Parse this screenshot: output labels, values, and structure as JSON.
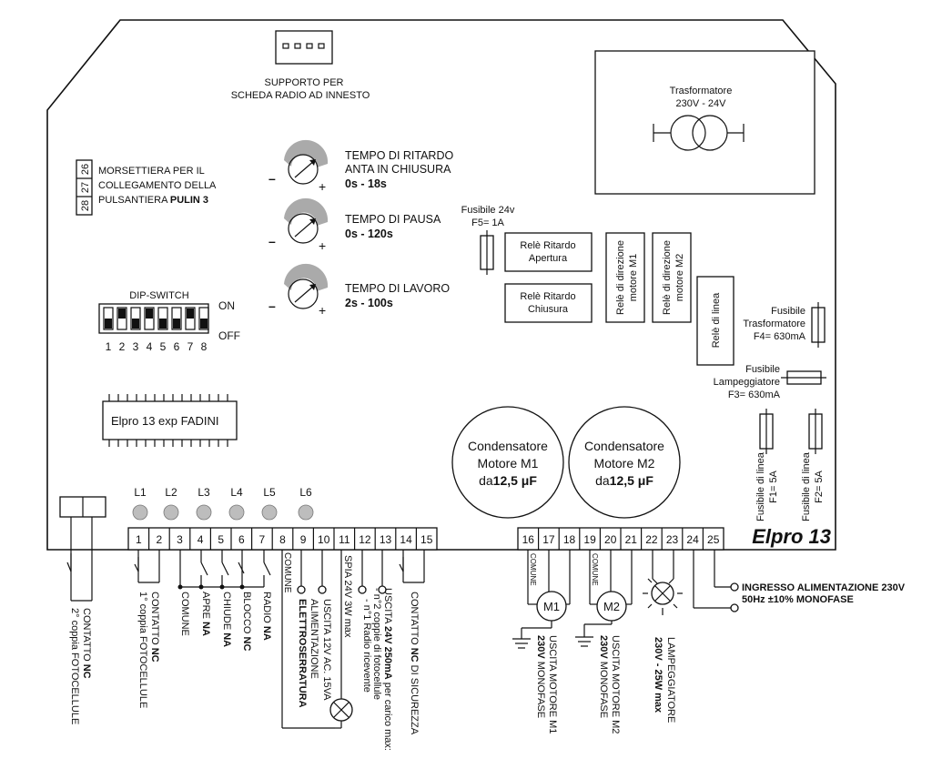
{
  "board": {
    "model": "Elpro 13",
    "radio_support": [
      "SUPPORTO PER",
      "SCHEDA RADIO AD INNESTO"
    ],
    "transformer": {
      "title": "Trasformatore",
      "rating": "230V - 24V"
    },
    "morsettiera": {
      "numbers": [
        "26",
        "27",
        "28"
      ],
      "lines": [
        "MORSETTIERA PER IL",
        "COLLEGAMENTO DELLA",
        "PULSANTIERA "
      ],
      "bold": "PULIN 3"
    },
    "trimmers": [
      {
        "lines": [
          "TEMPO DI RITARDO",
          "ANTA IN CHIUSURA"
        ],
        "range": "0s - 18s"
      },
      {
        "lines": [
          "TEMPO DI PAUSA"
        ],
        "range": "0s - 120s"
      },
      {
        "lines": [
          "TEMPO DI LAVORO"
        ],
        "range": "2s - 100s"
      }
    ],
    "dip_switch": {
      "title": "DIP-SWITCH",
      "on": "ON",
      "off": "OFF",
      "numbers": [
        "1",
        "2",
        "3",
        "4",
        "5",
        "6",
        "7",
        "8"
      ]
    },
    "chip_label": "Elpro 13 exp FADINI",
    "fuse_24v": [
      "Fusibile 24v",
      "F5= 1A"
    ],
    "relays": {
      "ritardo_apertura": [
        "Relè Ritardo",
        "Apertura"
      ],
      "ritardo_chiusura": [
        "Relè Ritardo",
        "Chiusura"
      ],
      "direzione_m1": [
        "Relè di direzione",
        "motore M1"
      ],
      "direzione_m2": [
        "Relè di direzione",
        "motore M2"
      ],
      "linea": "Relè di linea"
    },
    "fuse_trasformatore": [
      "Fusibile",
      "Trasformatore",
      "F4= 630mA"
    ],
    "fuse_lampeggiatore": [
      "Fusibile",
      "Lampeggiatore",
      "F3= 630mA"
    ],
    "fuse_linea_f1": [
      "Fusibile di linea",
      "F1= 5A"
    ],
    "fuse_linea_f2": [
      "Fusibile di linea",
      "F2= 5A"
    ],
    "capacitors": [
      {
        "line1": "Condensatore",
        "line2": "Motore M1",
        "prefix": "da",
        "value": "12,5 μF"
      },
      {
        "line1": "Condensatore",
        "line2": "Motore M2",
        "prefix": "da",
        "value": "12,5 μF"
      }
    ],
    "leds": [
      "L1",
      "L2",
      "L3",
      "L4",
      "L5",
      "L6"
    ],
    "terminals_left": [
      "1",
      "2",
      "3",
      "4",
      "5",
      "6",
      "7",
      "8",
      "9",
      "10",
      "11",
      "12",
      "13",
      "14",
      "15"
    ],
    "terminals_right": [
      "16",
      "17",
      "18",
      "19",
      "20",
      "21",
      "22",
      "23",
      "24",
      "25"
    ]
  },
  "connections": {
    "fotocellule2": {
      "text": "CONTATTO ",
      "bold": "NC",
      "line2": "2° coppia FOTOCELLULE"
    },
    "fotocellule1": {
      "text": "CONTATTO ",
      "bold": "NC",
      "line2": "1° coppia FOTOCELLULE"
    },
    "comune": "COMUNE",
    "apre": {
      "text": "APRE ",
      "bold": "NA"
    },
    "chiude": {
      "text": "CHIUDE ",
      "bold": "NA"
    },
    "blocco": {
      "text": "BLOCCO ",
      "bold": "NC"
    },
    "radio": {
      "text": "RADIO ",
      "bold": "NA"
    },
    "comune_8": "COMUNE",
    "elettroserratura": {
      "line1": "ALIMENTAZIONE",
      "bold": "ELETTROSERRATURA"
    },
    "uscita12": "USCITA 12V AC. 15VA",
    "spia": "SPIA 24V 3W max",
    "radio_ricevente": "- n°1 Radio ricevente",
    "fotocellule_coppie": "- n°2 coppie di fotocellule",
    "uscita24": {
      "text": "USCITA ",
      "bold": "24V 250mA",
      "rest": " per carico max:"
    },
    "sicurezza": {
      "text": "CONTATTO ",
      "bold": "NC",
      "rest": " DI SICUREZZA"
    },
    "comune_m1": "COMUNE",
    "comune_m2": "COMUNE",
    "motor_m1_label": "M1",
    "motor_m2_label": "M2",
    "uscita_m1": {
      "line1": "USCITA MOTORE M1",
      "bold": "230V",
      "rest": " MONOFASE"
    },
    "uscita_m2": {
      "line1": "USCITA MOTORE M2",
      "bold": "230V",
      "rest": " MONOFASE"
    },
    "lampeggiatore": {
      "line1": "LAMPEGGIATORE",
      "bold": "230V - 25W max"
    },
    "ingresso": {
      "line1": "INGRESSO ALIMENTAZIONE 230V",
      "line2": "50Hz ±10% MONOFASE"
    }
  }
}
